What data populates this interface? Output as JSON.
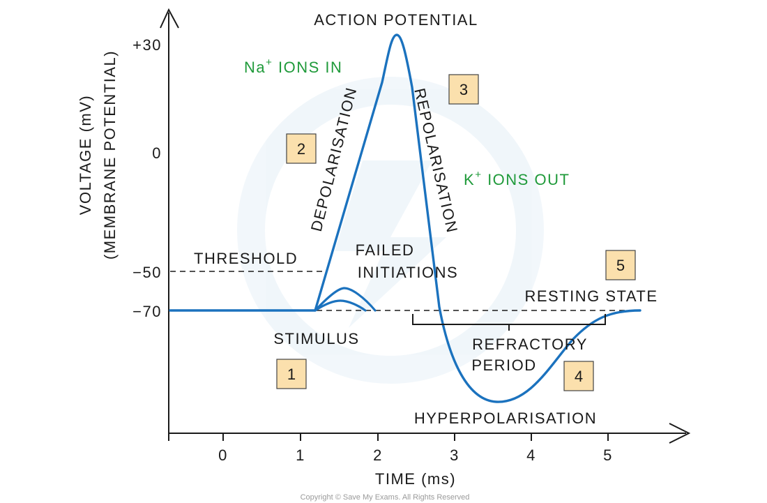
{
  "title": "ACTION POTENTIAL",
  "y_axis": {
    "label_line1": "VOLTAGE (mV)",
    "label_line2": "(MEMBRANE POTENTIAL)",
    "ticks": [
      "+30",
      "0",
      "−50",
      "−70"
    ]
  },
  "x_axis": {
    "label": "TIME (ms)",
    "ticks": [
      "0",
      "1",
      "2",
      "3",
      "4",
      "5"
    ]
  },
  "labels": {
    "na_ions": "Na",
    "na_sup": "+",
    "na_rest": " IONS IN",
    "k_ions": "K",
    "k_sup": "+",
    "k_rest": " IONS OUT",
    "depolarisation": "DEPOLARISATION",
    "repolarisation": "REPOLARISATION",
    "threshold": "THRESHOLD",
    "failed_line1": "FAILED",
    "failed_line2": "INITIATIONS",
    "resting_state": "RESTING STATE",
    "stimulus": "STIMULUS",
    "refractory_line1": "REFRACTORY",
    "refractory_line2": "PERIOD",
    "hyperpolarisation": "HYPERPOLARISATION"
  },
  "stages": [
    "1",
    "2",
    "3",
    "4",
    "5"
  ],
  "copyright": "Copyright © Save My Exams. All Rights Reserved",
  "colors": {
    "curve": "#1b72be",
    "ion_text": "#1f9a3a",
    "stage_box_fill": "#fbe0ad",
    "stage_box_stroke": "#444444",
    "axis": "#1a1a1a"
  }
}
